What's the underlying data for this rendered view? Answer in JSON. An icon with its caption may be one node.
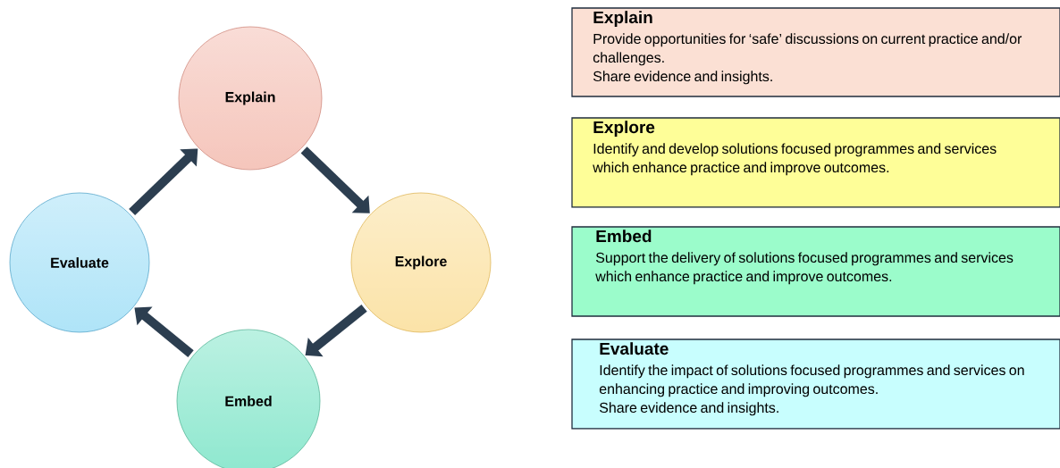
{
  "diagram": {
    "nodes": [
      {
        "text": [
          "Explain"
        ]
      },
      {
        "text": [
          "Explore"
        ]
      },
      {
        "text": [
          "Embed"
        ]
      },
      {
        "text": [
          "Evaluate"
        ]
      },
      {
        "text": [
          "Explain",
          "Provide opportunities for ‘safe’ discussions on current practice and/or challenges.",
          "Share evidence and insights."
        ]
      },
      {
        "text": [
          "Explore",
          "Identify and develop solutions focused programmes and services which enhance practice and improve outcomes."
        ]
      },
      {
        "text": [
          "Embed",
          "Support the delivery of solutions focused programmes and services which enhance practice and improve outcomes."
        ]
      },
      {
        "text": [
          "Evaluate",
          "Identify the impact of solutions focused programmes and services on enhancing practice and improving outcomes.",
          "Share evidence and insights."
        ]
      }
    ],
    "edges": [
      {
        "from": 0,
        "to": 1,
        "arrow": "to"
      },
      {
        "from": 1,
        "to": 2,
        "arrow": "to"
      },
      {
        "from": 2,
        "to": 3,
        "arrow": "to"
      },
      {
        "from": 3,
        "to": 0,
        "arrow": "to"
      }
    ]
  }
}
